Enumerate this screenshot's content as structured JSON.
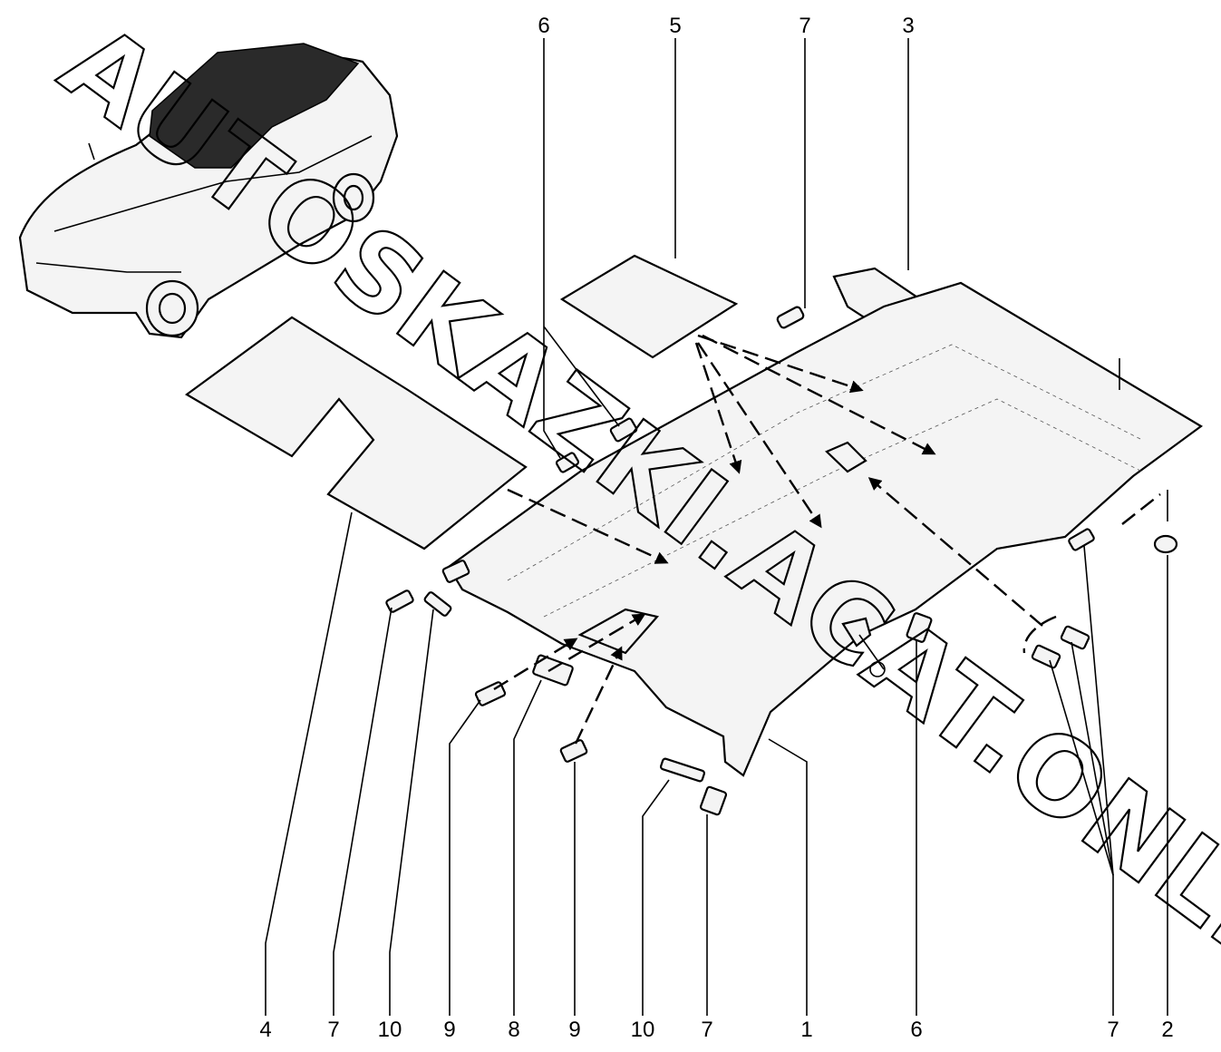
{
  "diagram": {
    "callouts_bottom": [
      "4",
      "7",
      "10",
      "9",
      "8",
      "9",
      "10",
      "7",
      "1",
      "6",
      "7",
      "2"
    ],
    "callouts_top": [
      "6",
      "5",
      "7",
      "3"
    ],
    "watermark": "AUTOSKAZKI.ACAT.ONLINE"
  }
}
